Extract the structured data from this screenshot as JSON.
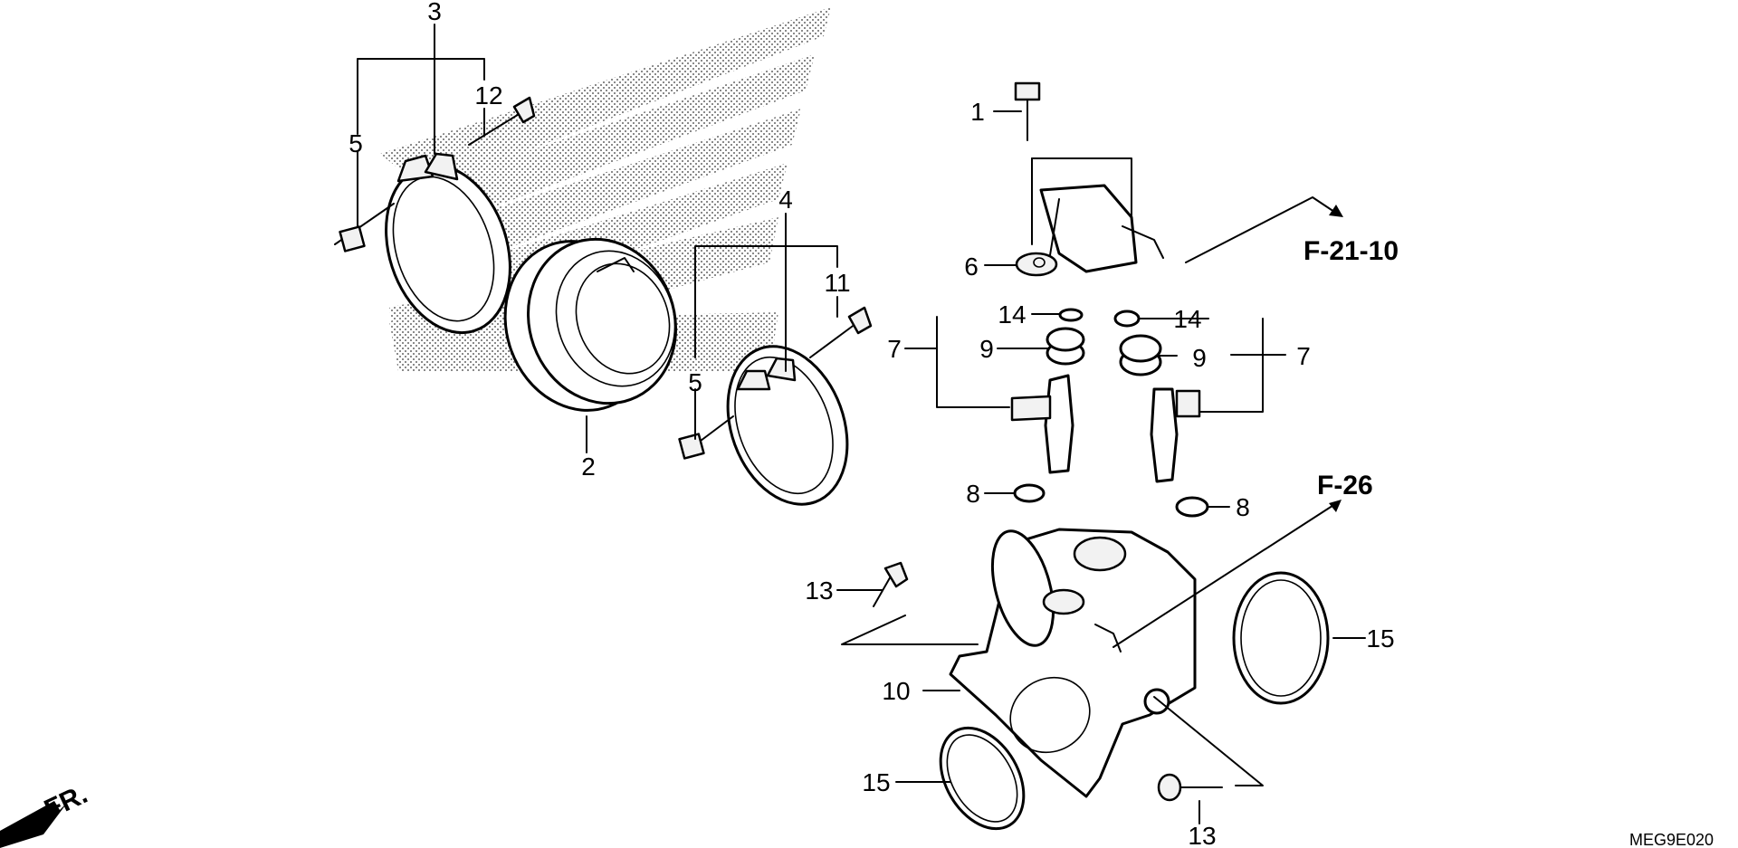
{
  "diagram": {
    "callouts": [
      {
        "id": "c3",
        "text": "3"
      },
      {
        "id": "c12",
        "text": "12"
      },
      {
        "id": "c5a",
        "text": "5"
      },
      {
        "id": "c2",
        "text": "2"
      },
      {
        "id": "c4",
        "text": "4"
      },
      {
        "id": "c11",
        "text": "11"
      },
      {
        "id": "c5b",
        "text": "5"
      },
      {
        "id": "c1",
        "text": "1"
      },
      {
        "id": "c6",
        "text": "6"
      },
      {
        "id": "c14a",
        "text": "14"
      },
      {
        "id": "c14b",
        "text": "14"
      },
      {
        "id": "c7a",
        "text": "7"
      },
      {
        "id": "c9a",
        "text": "9"
      },
      {
        "id": "c9b",
        "text": "9"
      },
      {
        "id": "c7b",
        "text": "7"
      },
      {
        "id": "c8a",
        "text": "8"
      },
      {
        "id": "c8b",
        "text": "8"
      },
      {
        "id": "c13a",
        "text": "13"
      },
      {
        "id": "c10",
        "text": "10"
      },
      {
        "id": "c15a",
        "text": "15"
      },
      {
        "id": "c15b",
        "text": "15"
      },
      {
        "id": "c13b",
        "text": "13"
      }
    ],
    "references": {
      "fuel_rail": "F-21-10",
      "throttle_body": "F-26"
    },
    "direction_label": "FR.",
    "diagram_code": "MEG9E020",
    "colors": {
      "ink": "#000000",
      "background": "#ffffff",
      "watermark": "#9a9a9a"
    }
  }
}
